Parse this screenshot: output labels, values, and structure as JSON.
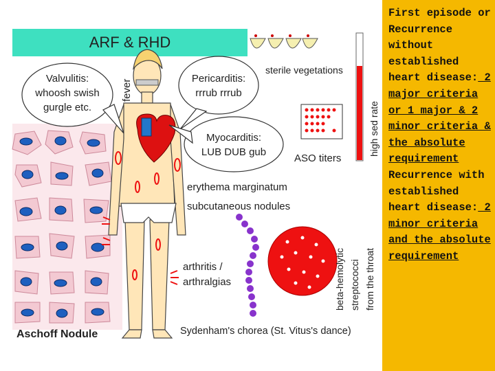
{
  "title": "ARF & RHD",
  "bubbles": {
    "valvulitis": [
      "Valvulitis:",
      "whoosh swish",
      "gurgle etc."
    ],
    "pericarditis": [
      "Pericarditis:",
      "rrrub rrrub"
    ],
    "myocarditis": [
      "Myocarditis:",
      "LUB DUB gub"
    ]
  },
  "labels": {
    "fever": "fever",
    "sterile_vegetations": "sterile vegetations",
    "high_sed_rate": "high sed rate",
    "aso_titers": "ASO titers",
    "erythema": "erythema marginatum",
    "nodules": "subcutaneous nodules",
    "arthritis_1": "arthritis /",
    "arthritis_2": "arthralgias",
    "strep_1": "beta-hemolytic",
    "strep_2": "streptococci",
    "strep_3": "from the throat",
    "aschoff": "Aschoff Nodule",
    "chorea": "Sydenham's chorea (St. Vitus's dance)"
  },
  "criteria": {
    "p1": "First episode or Recurrence without established heart disease:",
    "p1_u": " 2 major criteria or 1 major & 2 minor criteria & the absolute requirement",
    "p2": "Recurrence with established heart disease:",
    "p2_u": " 2 minor criteria and the absolute requirement"
  },
  "colors": {
    "title_bg": "#3ee0c0",
    "panel_bg": "#f5b800",
    "blood": "#ee1111",
    "skin": "#ffe6b8"
  }
}
